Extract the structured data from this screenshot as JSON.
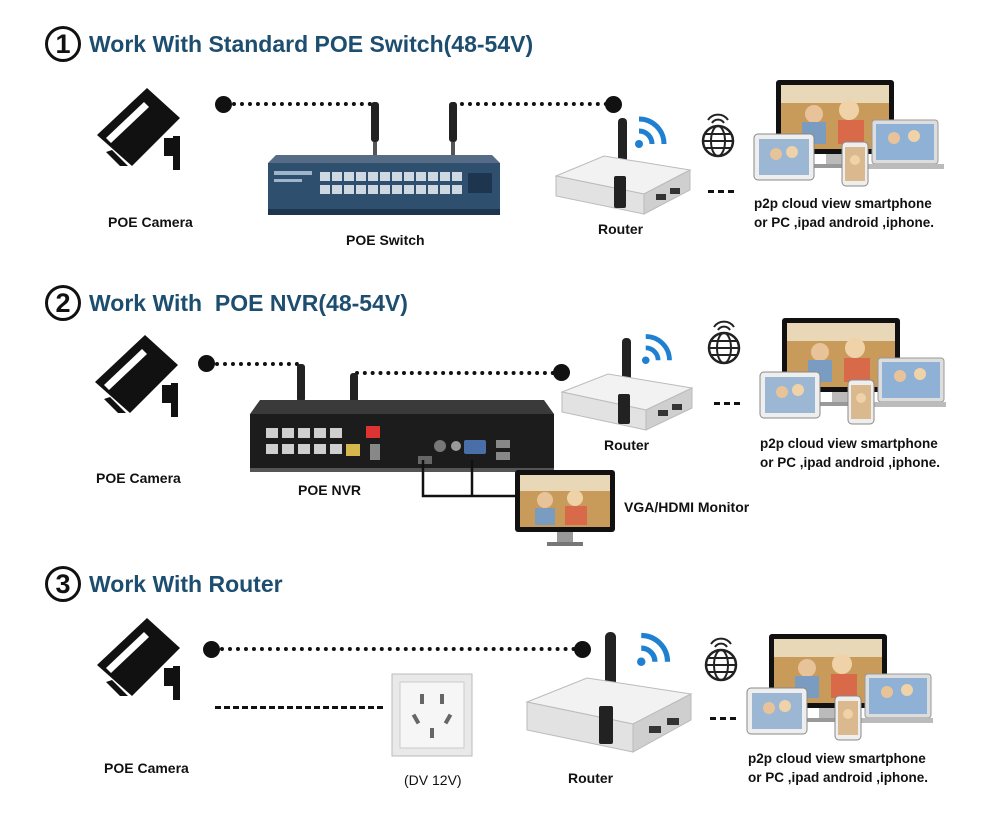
{
  "sections": [
    {
      "number": "1",
      "title": "Work With Standard POE Switch(48-54V)",
      "camera_label": "POE Camera",
      "switch_label": "POE Switch",
      "router_label": "Router",
      "p2p_line1": "p2p cloud view smartphone",
      "p2p_line2": "or PC ,ipad android ,iphone."
    },
    {
      "number": "2",
      "title": "Work With  POE NVR(48-54V)",
      "camera_label": "POE Camera",
      "nvr_label": "POE NVR",
      "router_label": "Router",
      "monitor_label": "VGA/HDMI Monitor",
      "p2p_line1": "p2p cloud view smartphone",
      "p2p_line2": "or PC ,ipad android ,iphone."
    },
    {
      "number": "3",
      "title": "Work With Router",
      "camera_label": "POE Camera",
      "power_label": "(DV 12V)",
      "router_label": "Router",
      "p2p_line1": "p2p cloud view smartphone",
      "p2p_line2": "or PC ,ipad android ,iphone."
    }
  ],
  "colors": {
    "heading": "#1d4e6f",
    "wifi": "#1f7fd1",
    "switch_body": "#2f4f6e"
  },
  "icons": [
    "camera-icon",
    "switch-icon",
    "router-icon",
    "wifi-icon",
    "globe-icon",
    "devices-icon",
    "nvr-icon",
    "monitor-icon",
    "power-outlet-icon"
  ]
}
